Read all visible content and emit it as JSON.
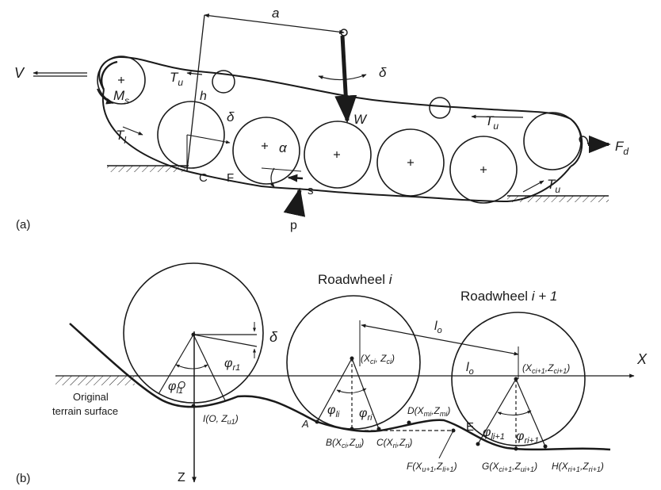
{
  "panel_a": {
    "panel_label": "(a)",
    "a": "a",
    "V": "V",
    "Tu_left": "T",
    "Tu_left_sub": "u",
    "Ms": "M",
    "Ms_sub": "s",
    "Tl": "T",
    "Tl_sub": "l",
    "h": "h",
    "delta_left": "δ",
    "delta_right": "δ",
    "W": "W",
    "Tu_right": "T",
    "Tu_right_sub": "u",
    "Fd": "F",
    "Fd_sub": "d",
    "alpha": "α",
    "C": "C",
    "F": "F",
    "s": "s",
    "p": "p",
    "Tu_bottom": "T",
    "Tu_bottom_sub": "u"
  },
  "panel_b": {
    "panel_label": "(b)",
    "roadwheel_i": "Roadwheel ",
    "roadwheel_i_var": "i",
    "roadwheel_i1": "Roadwheel ",
    "roadwheel_i1_var": "i + 1",
    "delta": "δ",
    "lo_top": "l",
    "lo_top_sub": "o",
    "lo_mid": "l",
    "lo_mid_sub": "o",
    "X": "X",
    "Z": "Z",
    "O": "O",
    "phi_r1": "φ",
    "phi_r1_sub": "r1",
    "phi_l1": "φ",
    "phi_l1_sub": "l1",
    "I": "I(O, Z",
    "I_sub": "u1",
    "I_close": ")",
    "orig1": "Original",
    "orig2": "terrain surface",
    "Xci": "(X",
    "Xci_sub1": "ci",
    "Xci_mid": ", Z",
    "Xci_sub2": "ci",
    "Xci_close": ")",
    "Xci1": "(X",
    "Xci1_sub1": "ci+1",
    "Xci1_mid": ",Z",
    "Xci1_sub2": "ci+1",
    "Xci1_close": ")",
    "phi_li": "φ",
    "phi_li_sub": "li",
    "phi_ri": "φ",
    "phi_ri_sub": "ri",
    "A": "A",
    "B": "B(X",
    "B_sub1": "ci",
    "B_mid": ",Z",
    "B_sub2": "ui",
    "B_close": ")",
    "Cb": "C(X",
    "Cb_sub1": "ri",
    "Cb_mid": ",Z",
    "Cb_sub2": "ri",
    "Cb_close": ")",
    "D": "D(X",
    "D_sub1": "mi",
    "D_mid": ",Z",
    "D_sub2": "mi",
    "D_close": ")",
    "E": "E",
    "phi_li1": "φ",
    "phi_li1_sub": "li+1",
    "phi_ri1": "φ",
    "phi_ri1_sub": "ri+1",
    "Fb": "F(X",
    "Fb_sub1": "u+1",
    "Fb_mid": ",Z",
    "Fb_sub2": "li+1",
    "Fb_close": ")",
    "G": "G(X",
    "G_sub1": "ci+1",
    "G_mid": ",Z",
    "G_sub2": "ui+1",
    "G_close": ")",
    "H": "H(X",
    "H_sub1": "ri+1",
    "H_mid": ",Z",
    "H_sub2": "ri+1",
    "H_close": ")"
  }
}
